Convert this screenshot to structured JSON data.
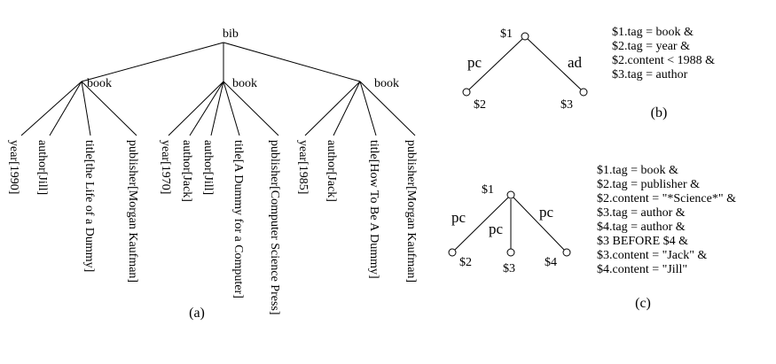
{
  "tree_a": {
    "root": "bib",
    "books": [
      {
        "label": "book",
        "leaves": [
          "year[1990]",
          "author[Jill]",
          "title[the Life of a Dummy]",
          "publisher[Morgan Kaufman]"
        ]
      },
      {
        "label": "book",
        "leaves": [
          "year[1970]",
          "author[Jack]",
          "author[Jill]",
          "title[A Dummy for  a Computer]",
          "publisher[Computer Science Press]"
        ]
      },
      {
        "label": "book",
        "leaves": [
          "year[1985]",
          "author[Jack]",
          "title[How To Be A Dummy]",
          "publisher[Morgan Kaufman]"
        ]
      }
    ],
    "caption": "(a)"
  },
  "pattern_b": {
    "root": "$1",
    "children": [
      "$2",
      "$3"
    ],
    "edges": [
      "pc",
      "ad"
    ],
    "conditions": [
      "$1.tag = book &",
      "$2.tag = year &",
      "$2.content < 1988 &",
      "$3.tag = author"
    ],
    "caption": "(b)"
  },
  "pattern_c": {
    "root": "$1",
    "children": [
      "$2",
      "$3",
      "$4"
    ],
    "edges": [
      "pc",
      "pc",
      "pc"
    ],
    "conditions": [
      "$1.tag = book &",
      "$2.tag = publisher &",
      "$2.content = \"*Science*\"  &",
      "$3.tag = author &",
      "$4.tag = author &",
      "$3 BEFORE $4 &",
      "$3.content = \"Jack\" &",
      "$4.content = \"Jill\""
    ],
    "caption": "(c)"
  }
}
